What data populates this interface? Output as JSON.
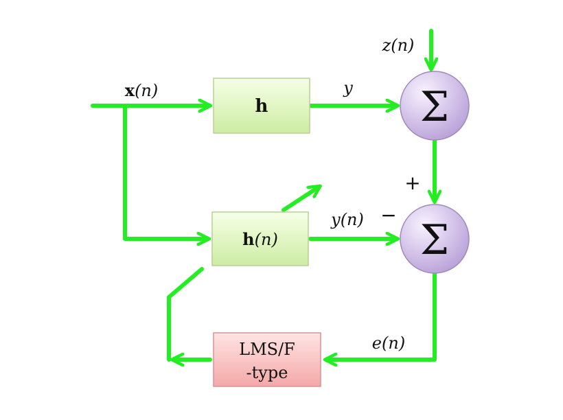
{
  "signals": {
    "x": {
      "bold": "x",
      "arg": "(n)"
    },
    "z": {
      "name": "z",
      "arg": "(n)"
    },
    "y": "y",
    "yn": {
      "name": "y",
      "arg": "(n)"
    },
    "e": {
      "name": "e",
      "arg": "(n)"
    }
  },
  "blocks": {
    "h": "h",
    "hn": {
      "bold": "h",
      "arg": "(n)"
    },
    "lms_line1": "LMS/F",
    "lms_line2": "-type"
  },
  "summers": {
    "top": "Σ",
    "bottom": "Σ"
  },
  "signs": {
    "plus": "+",
    "minus": "−"
  },
  "colors": {
    "wire": "#22ee22",
    "block_green_top": "#f6ffe6",
    "block_green_bottom": "#cdeca3",
    "block_red_top": "#ffe4e4",
    "block_red_bottom": "#f4a8a8",
    "summer_fill_light": "#f3eafc",
    "summer_fill_dark": "#bfa7dc"
  }
}
